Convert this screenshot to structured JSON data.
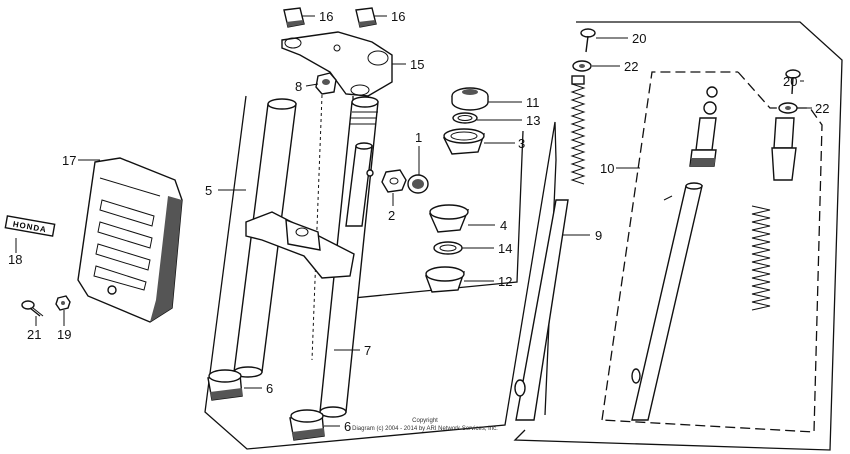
{
  "callouts": {
    "c1": "1",
    "c2": "2",
    "c3": "3",
    "c4": "4",
    "c5": "5",
    "c6a": "6",
    "c6b": "6",
    "c7": "7",
    "c8": "8",
    "c9": "9",
    "c10": "10",
    "c11": "11",
    "c12": "12",
    "c13": "13",
    "c14": "14",
    "c15": "15",
    "c16a": "16",
    "c16b": "16",
    "c17": "17",
    "c18": "18",
    "c19": "19",
    "c20a": "20",
    "c20b": "20",
    "c21": "21",
    "c22a": "22",
    "c22b": "22"
  },
  "emblem": {
    "text": "HONDA"
  },
  "copyright": {
    "line1": "Copyright",
    "line2": "Diagram (c) 2004 - 2014 by ARI Network Services, Inc."
  }
}
